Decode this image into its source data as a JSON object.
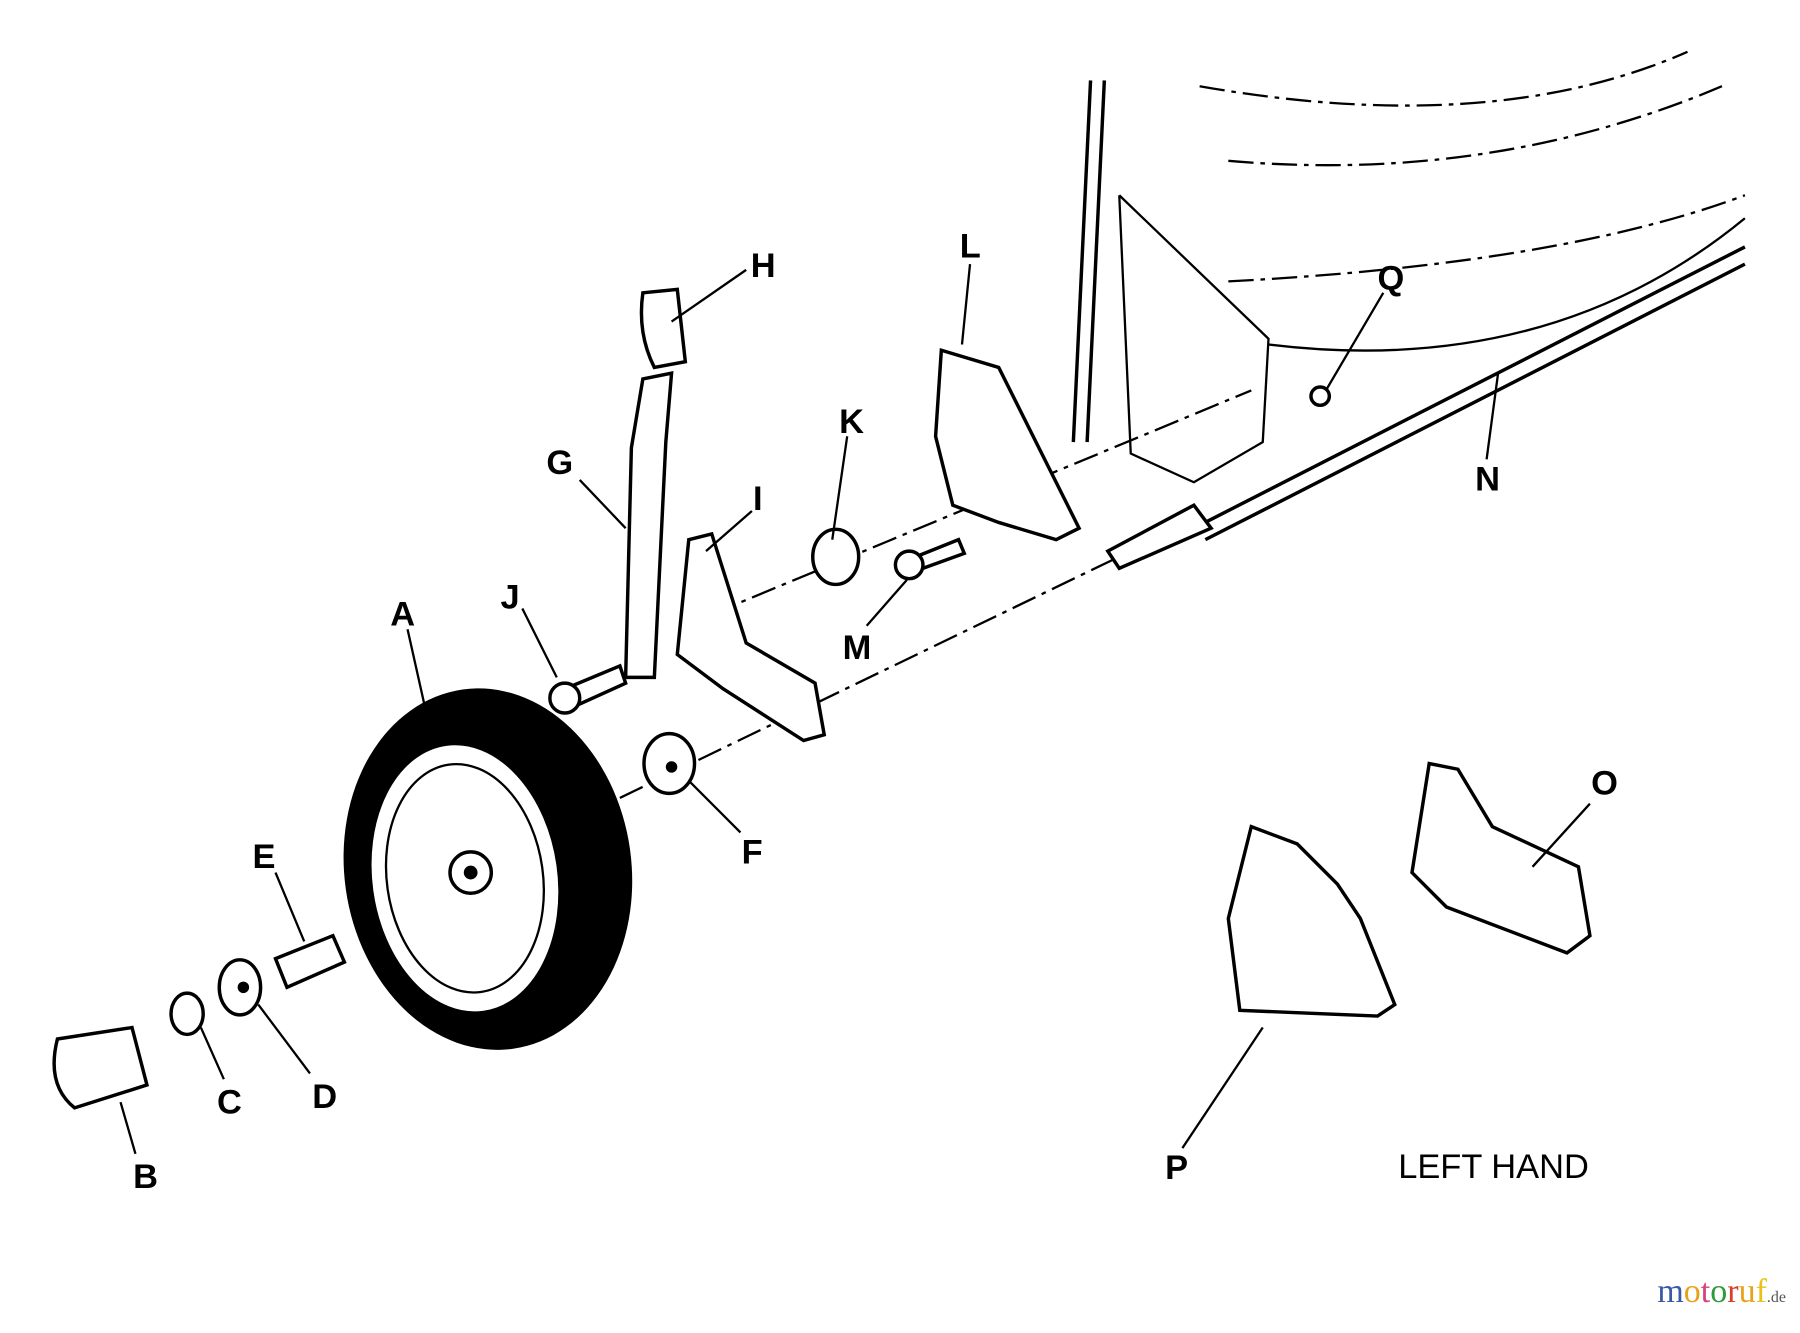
{
  "diagram": {
    "labels": [
      "A",
      "B",
      "C",
      "D",
      "E",
      "F",
      "G",
      "H",
      "I",
      "J",
      "K",
      "L",
      "M",
      "N",
      "O",
      "P",
      "Q"
    ],
    "caption": "LEFT HAND"
  },
  "watermark": {
    "letters": [
      "m",
      "o",
      "t",
      "o",
      "r",
      "u",
      "f"
    ],
    "tld": ".de",
    "colors": [
      "#3b5aa6",
      "#e8a21a",
      "#d9407a",
      "#2f9a3a",
      "#d7402b",
      "#e8a21a",
      "#e8c21a"
    ]
  }
}
